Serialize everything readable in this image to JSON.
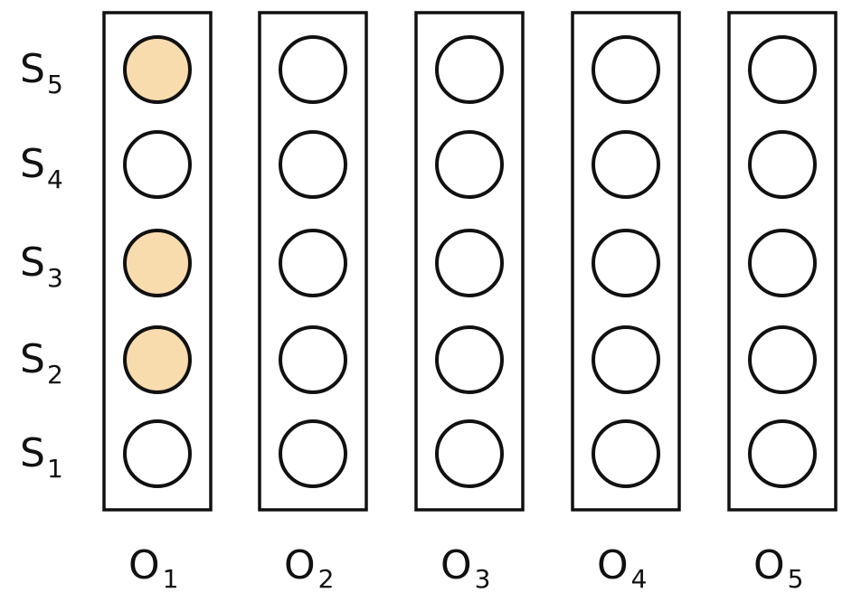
{
  "colors": {
    "stroke": "#111111",
    "empty_fill": "#ffffff",
    "filled_fill": "#f8dcae"
  },
  "row_labels": [
    {
      "main": "S",
      "sub": "5"
    },
    {
      "main": "S",
      "sub": "4"
    },
    {
      "main": "S",
      "sub": "3"
    },
    {
      "main": "S",
      "sub": "2"
    },
    {
      "main": "S",
      "sub": "1"
    }
  ],
  "columns": [
    {
      "main": "O",
      "sub": "1",
      "nodes": [
        true,
        false,
        true,
        true,
        false
      ]
    },
    {
      "main": "O",
      "sub": "2",
      "nodes": [
        false,
        false,
        false,
        false,
        false
      ]
    },
    {
      "main": "O",
      "sub": "3",
      "nodes": [
        false,
        false,
        false,
        false,
        false
      ]
    },
    {
      "main": "O",
      "sub": "4",
      "nodes": [
        false,
        false,
        false,
        false,
        false
      ]
    },
    {
      "main": "O",
      "sub": "5",
      "nodes": [
        false,
        false,
        false,
        false,
        false
      ]
    }
  ]
}
